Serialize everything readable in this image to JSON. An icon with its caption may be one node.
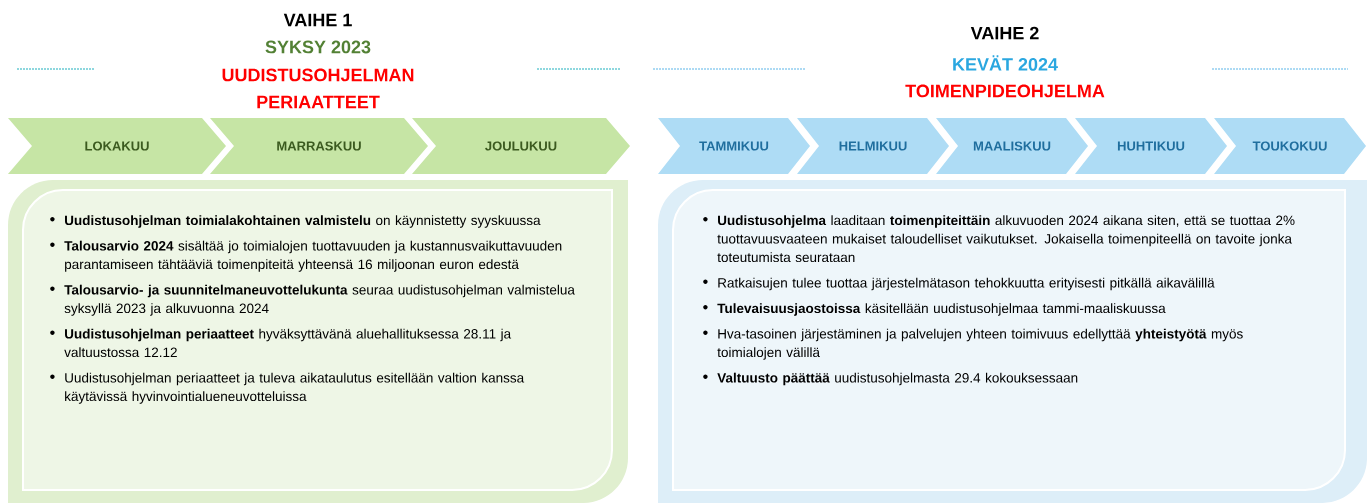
{
  "diagram": {
    "nodes": [
      {
        "text": [
          "LOKAKUU"
        ]
      },
      {
        "text": [
          "MARRASKUU"
        ]
      },
      {
        "text": [
          "JOULUKUU"
        ]
      },
      {
        "text": [
          "TAMMIKUU"
        ]
      },
      {
        "text": [
          "HELMIKUU"
        ]
      },
      {
        "text": [
          "MAALISKUU"
        ]
      },
      {
        "text": [
          "HUHTIKUU"
        ]
      },
      {
        "text": [
          "TOUKOKUU"
        ]
      },
      {
        "text": [
          "**Uudistusohjelman toimialakohtainen valmistelu** on käynnistetty syyskuussa",
          "**Talousarvio 2024** sisältää jo toimialojen tuottavuuden ja kustannusvaikuttavuuden parantamiseen tähtääviä toimenpiteitä yhteensä 16 miljoonan euron edestä",
          "**Talousarvio- ja suunnitelmaneuvottelukunta** seuraa uudistusohjelman valmistelua syksyllä 2023 ja alkuvuonna 2024",
          "**Uudistusohjelman periaatteet** hyväksyttävänä aluehallituksessa 28.11 ja valtuustossa 12.12",
          "Uudistusohjelman periaatteet ja tuleva aikataulutus esitellään valtion kanssa käytävissä hyvinvointialueneuvotteluissa"
        ]
      },
      {
        "text": [
          "**Uudistusohjelma** laaditaan **toimenpiteittäin** alkuvuoden 2024 aikana siten, että se tuottaa 2% tuottavuusvaateen mukaiset taloudelliset vaikutukset. Jokaisella toimenpiteellä on tavoite jonka toteutumista seurataan",
          "Ratkaisujen tulee tuottaa järjestelmätason tehokkuutta erityisesti pitkällä aikavälillä",
          "**Tulevaisuusjaostoissa** käsitellään uudistusohjelmaa tammi-maaliskuussa",
          "Hva-tasoinen järjestäminen ja palvelujen yhteen toimivuus edellyttää **yhteistyötä** myös toimialojen välillä",
          "**Valtuusto päättää** uudistusohjelmasta 29.4 kokouksessaan"
        ]
      }
    ],
    "labels": [
      "VAIHE 1",
      "SYKSY 2023",
      "UUDISTUSOHJELMAN",
      "PERIAATTEET",
      "VAIHE 2",
      "KEVÄT 2024",
      "TOIMENPIDEOHJELMA"
    ]
  }
}
